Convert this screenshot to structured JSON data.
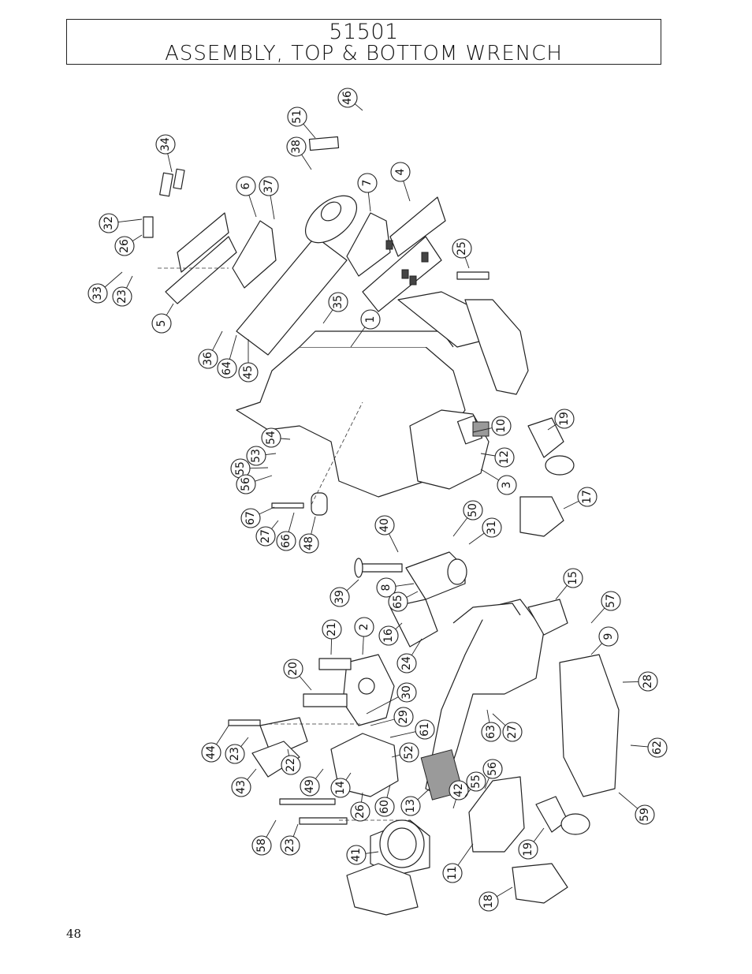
{
  "header": {
    "part_number": "51501",
    "title": "ASSEMBLY, TOP & BOTTOM WRENCH"
  },
  "footer": {
    "page_number": "48"
  },
  "callouts": [
    "1",
    "2",
    "3",
    "4",
    "5",
    "6",
    "7",
    "8",
    "9",
    "10",
    "11",
    "12",
    "13",
    "14",
    "15",
    "16",
    "17",
    "18",
    "19",
    "19",
    "20",
    "21",
    "22",
    "23",
    "23",
    "23",
    "24",
    "25",
    "26",
    "26",
    "27",
    "27",
    "28",
    "29",
    "30",
    "31",
    "32",
    "33",
    "34",
    "35",
    "36",
    "37",
    "38",
    "39",
    "40",
    "41",
    "42",
    "43",
    "44",
    "45",
    "46",
    "48",
    "49",
    "50",
    "51",
    "52",
    "53",
    "54",
    "55",
    "55",
    "56",
    "56",
    "57",
    "58",
    "59",
    "60",
    "61",
    "62",
    "63",
    "64",
    "65",
    "66",
    "67"
  ]
}
